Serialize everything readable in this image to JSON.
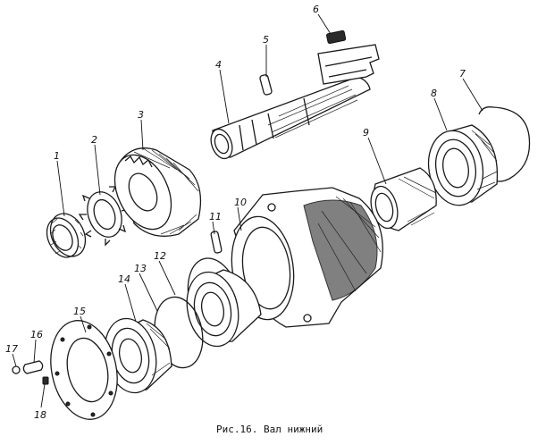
{
  "caption": "Рис.16. Вал нижний",
  "callouts": [
    {
      "id": "1",
      "text": "1"
    },
    {
      "id": "2",
      "text": "2"
    },
    {
      "id": "3",
      "text": "3"
    },
    {
      "id": "4",
      "text": "4"
    },
    {
      "id": "5",
      "text": "5"
    },
    {
      "id": "6",
      "text": "6"
    },
    {
      "id": "7",
      "text": "7"
    },
    {
      "id": "8",
      "text": "8"
    },
    {
      "id": "9",
      "text": "9"
    },
    {
      "id": "10",
      "text": "10"
    },
    {
      "id": "11",
      "text": "11"
    },
    {
      "id": "12",
      "text": "12"
    },
    {
      "id": "13",
      "text": "13"
    },
    {
      "id": "14",
      "text": "14"
    },
    {
      "id": "15",
      "text": "15"
    },
    {
      "id": "16",
      "text": "16"
    },
    {
      "id": "17",
      "text": "17"
    },
    {
      "id": "18",
      "text": "18"
    }
  ]
}
